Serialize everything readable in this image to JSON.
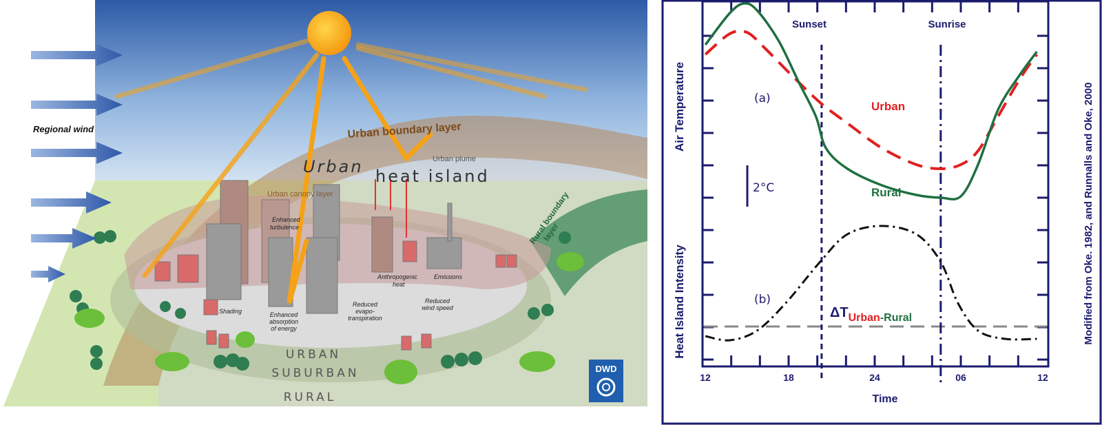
{
  "diagram": {
    "regional_wind": "Regional wind",
    "urban_boundary_layer": "Urban boundary layer",
    "urban_plume": "Urban plume",
    "uhi_word1": "Urban",
    "uhi_word2": "heat island",
    "urban_canopy_layer": "Urban canopy layer",
    "rural_boundary_layer_1": "Rural boundary",
    "rural_boundary_layer_2": "layer",
    "enhanced_turbulence_1": "Enhanced",
    "enhanced_turbulence_2": "turbulence",
    "anthropogenic_heat_1": "Anthropogenic",
    "anthropogenic_heat_2": "heat",
    "emissions": "Emissions",
    "shading": "Shading",
    "enhanced_absorption_1": "Enhanced",
    "enhanced_absorption_2": "absorption",
    "enhanced_absorption_3": "of energy",
    "reduced_evapo_1": "Reduced",
    "reduced_evapo_2": "evapo-",
    "reduced_evapo_3": "transpiration",
    "reduced_wind_1": "Reduced",
    "reduced_wind_2": "wind speed",
    "zone_urban": "URBAN",
    "zone_suburban": "SUBURBAN",
    "zone_rural": "RURAL",
    "logo": "DWD"
  },
  "chart_data": {
    "type": "line",
    "xlabel": "Time",
    "ylabel_top": "Air Temperature",
    "ylabel_bottom": "Heat Island Intensity",
    "x_ticks": [
      "12",
      "18",
      "24",
      "06",
      "12"
    ],
    "x_tick_values": [
      12,
      18,
      24,
      30,
      36
    ],
    "xlim": [
      12,
      36
    ],
    "scale_bar": "2°C",
    "panel_a": "(a)",
    "panel_b": "(b)",
    "sunset_label": "Sunset",
    "sunrise_label": "Sunrise",
    "sunset_hour": 20.3,
    "sunrise_hour": 28.6,
    "credit": "Modified from Oke. 1982, and Runnalls and Oke, 2000",
    "delta_symbol": "ΔT",
    "delta_sub_urban": "Urban",
    "delta_sub_dash": "-",
    "delta_sub_rural": "Rural",
    "series": [
      {
        "name": "Urban",
        "color": "#e02020",
        "unit": "°C (relative)",
        "x": [
          12.2,
          13.9,
          15.1,
          16.3,
          18.2,
          20.2,
          22.1,
          24.5,
          26.9,
          28.6,
          30.0,
          31.2,
          32.6,
          34.1,
          35.3
        ],
        "y": [
          10.4,
          11.9,
          12.0,
          10.9,
          8.9,
          6.9,
          5.4,
          3.6,
          2.4,
          2.1,
          2.4,
          3.4,
          5.9,
          8.6,
          10.4
        ]
      },
      {
        "name": "Rural",
        "color": "#1e7040",
        "unit": "°C (relative)",
        "x": [
          12.2,
          13.9,
          14.9,
          15.8,
          17.3,
          18.7,
          19.9,
          20.6,
          22.1,
          24.5,
          26.9,
          28.6,
          30.0,
          31.2,
          32.6,
          34.1,
          35.3
        ],
        "y": [
          11.1,
          13.4,
          14.1,
          13.6,
          11.4,
          8.4,
          5.9,
          3.6,
          2.1,
          0.9,
          0.2,
          0.0,
          0.1,
          2.4,
          6.4,
          8.9,
          10.6
        ]
      },
      {
        "name": "ΔT Urban-Rural",
        "color": "#111111",
        "unit": "°C",
        "x": [
          12.2,
          13.9,
          15.8,
          17.8,
          20.2,
          22.1,
          24.5,
          26.9,
          28.6,
          29.8,
          31.2,
          33.1,
          35.3
        ],
        "y": [
          -0.7,
          -1.0,
          -0.3,
          1.7,
          4.7,
          6.7,
          7.3,
          6.7,
          4.7,
          1.7,
          -0.3,
          -0.9,
          -0.9
        ]
      }
    ]
  }
}
